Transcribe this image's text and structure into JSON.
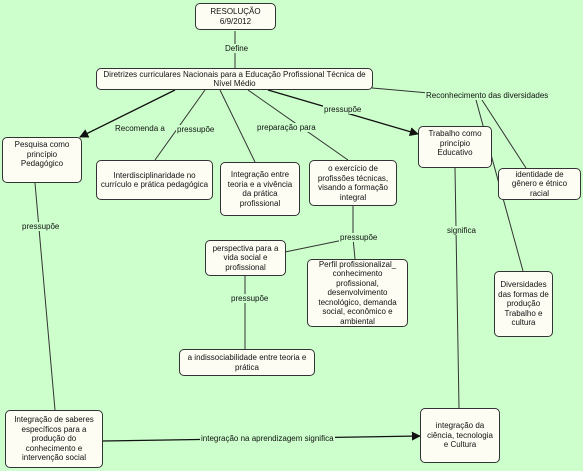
{
  "nodes": {
    "resolucao": "RESOLUÇÃO 6/9/2012",
    "diretrizes": "Diretrizes curriculares Nacionais para a Educação Profissional Técnica de Nível Médio",
    "pesquisa": "Pesquisa como princípio Pedagógico",
    "interdisciplinaridade": "Interdisciplinaridade no currículo e prática pedagógica",
    "integracao_teoria": "Integração entre teoria e a vivência da prática profissional",
    "exercicio": "o exercício de profissões técnicas, visando a formação integral",
    "trabalho": "Trabalho como princípio Educativo",
    "identidade": "identidade de gênero e étnico racial",
    "perspectiva": "perspectiva para a vida social e profissional",
    "perfil": "Perfil profissionalizal_ conhecimento profissional, desenvolvimento tecnológico, demanda social, econômico e ambiental",
    "diversidades": "Diversidades das formas de produção Trabalho e cultura",
    "indissociabilidade": "a indissociabilidade entre teoria e prática",
    "integracao_saberes": "Integração de saberes específicos para a produção do conhecimento e intervenção social",
    "integracao_ciencia": "integração da ciência, tecnologia e Cultura"
  },
  "links": {
    "define": "Define",
    "recomenda": "Recomenda a",
    "pressupoe_1": "pressupõe",
    "preparacao": "preparação para",
    "pressupoe_2": "pressupõe",
    "reconhecimento": "Reconhecimento das diversidades",
    "pressupoe_3": "pressupõe",
    "pressupoe_4": "pressupõe",
    "pressupoe_5": "pressupõe",
    "significa": "significa",
    "integracao_aprendizagem": "integração na aprendizagem significa"
  },
  "colors": {
    "background": "#ccffcc",
    "node_fill": "#fdfdf4",
    "line": "#333333"
  }
}
